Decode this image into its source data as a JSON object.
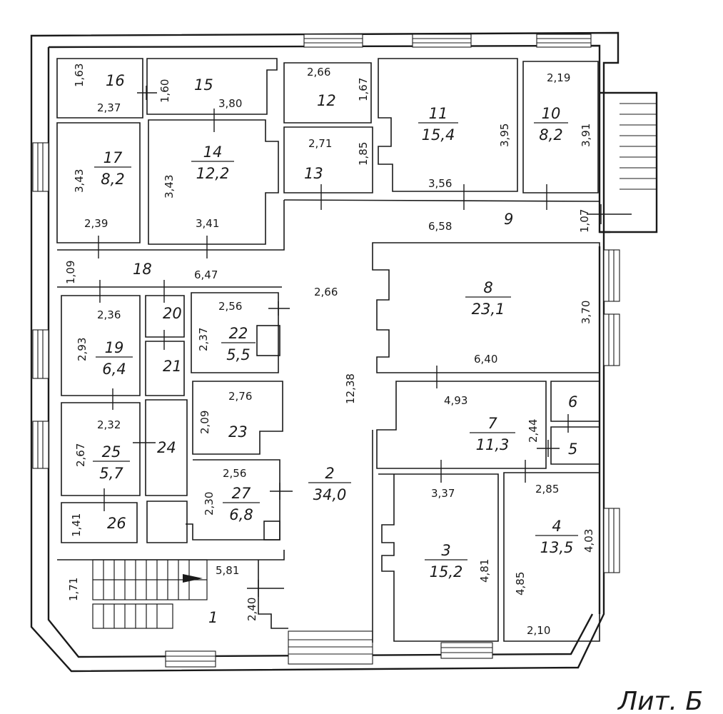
{
  "caption": "Лит. Б",
  "rooms": [
    {
      "id": "r1",
      "num": "1",
      "area": ""
    },
    {
      "id": "r2",
      "num": "2",
      "area": "34,0"
    },
    {
      "id": "r3",
      "num": "3",
      "area": "15,2"
    },
    {
      "id": "r4",
      "num": "4",
      "area": "13,5"
    },
    {
      "id": "r5",
      "num": "5",
      "area": ""
    },
    {
      "id": "r6",
      "num": "6",
      "area": ""
    },
    {
      "id": "r7",
      "num": "7",
      "area": "11,3"
    },
    {
      "id": "r8",
      "num": "8",
      "area": "23,1"
    },
    {
      "id": "r9",
      "num": "9",
      "area": ""
    },
    {
      "id": "r10",
      "num": "10",
      "area": "8,2"
    },
    {
      "id": "r11",
      "num": "11",
      "area": "15,4"
    },
    {
      "id": "r12",
      "num": "12",
      "area": ""
    },
    {
      "id": "r13",
      "num": "13",
      "area": ""
    },
    {
      "id": "r14",
      "num": "14",
      "area": "12,2"
    },
    {
      "id": "r15",
      "num": "15",
      "area": ""
    },
    {
      "id": "r16",
      "num": "16",
      "area": ""
    },
    {
      "id": "r17",
      "num": "17",
      "area": "8,2"
    },
    {
      "id": "r18",
      "num": "18",
      "area": ""
    },
    {
      "id": "r19",
      "num": "19",
      "area": "6,4"
    },
    {
      "id": "r20",
      "num": "20",
      "area": ""
    },
    {
      "id": "r21",
      "num": "21",
      "area": ""
    },
    {
      "id": "r22",
      "num": "22",
      "area": "5,5"
    },
    {
      "id": "r23",
      "num": "23",
      "area": ""
    },
    {
      "id": "r24",
      "num": "24",
      "area": ""
    },
    {
      "id": "r25",
      "num": "25",
      "area": "5,7"
    },
    {
      "id": "r26",
      "num": "26",
      "area": ""
    },
    {
      "id": "r27",
      "num": "27",
      "area": "6,8"
    }
  ],
  "dimensions": [
    "1,63",
    "2,37",
    "1,60",
    "3,80",
    "2,66",
    "1,67",
    "2,19",
    "3,91",
    "3,95",
    "2,71",
    "1,85",
    "3,43",
    "3,43",
    "3,56",
    "1,07",
    "6,58",
    "2,39",
    "3,41",
    "1,09",
    "6,47",
    "2,66",
    "3,70",
    "2,36",
    "2,56",
    "2,93",
    "2,37",
    "6,40",
    "12,38",
    "4,93",
    "2,32",
    "2,76",
    "2,09",
    "2,44",
    "2,67",
    "3,37",
    "2,85",
    "2,56",
    "2,30",
    "1,41",
    "4,03",
    "4,81",
    "4,85",
    "1,71",
    "5,81",
    "2,40",
    "2,10"
  ]
}
